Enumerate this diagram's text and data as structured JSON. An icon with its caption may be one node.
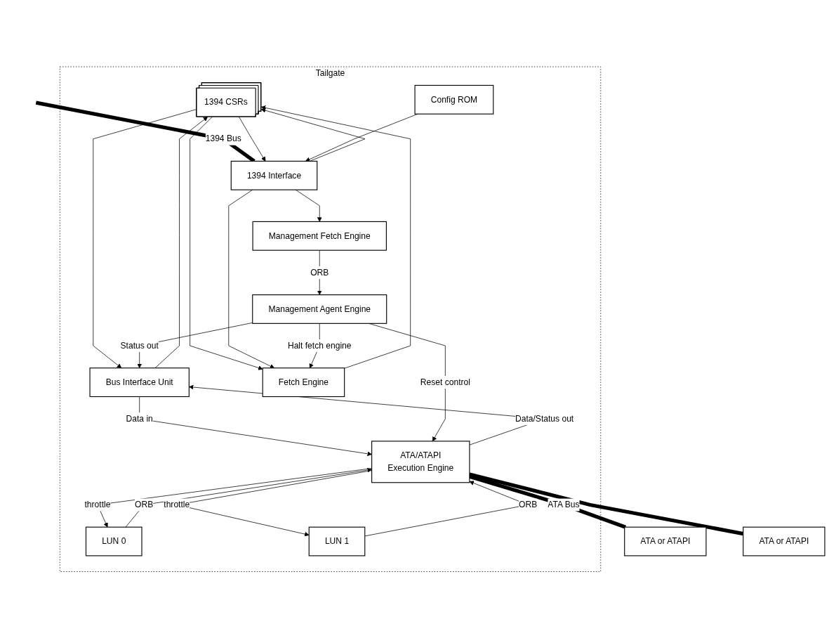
{
  "diagram": {
    "nodes": [
      {
        "text": [
          "Tailgate"
        ]
      },
      {
        "text": [
          "1394 CSRs"
        ],
        "in": 0
      },
      {
        "text": [
          "Bus Interface Unit"
        ],
        "in": 0
      },
      {
        "text": [
          "1394 Interface"
        ],
        "in": 0
      },
      {
        "text": [
          "Fetch Engine"
        ],
        "in": 0
      },
      {
        "text": [
          "LUN 0"
        ],
        "in": 0
      },
      {
        "text": [
          "LUN 1"
        ],
        "in": 0
      },
      {
        "text": [
          "ATA/ATAPI",
          "Execution Engine"
        ],
        "in": 0
      },
      {
        "text": [
          "Config ROM"
        ],
        "in": 0
      },
      {
        "text": [
          "Management Fetch Engine"
        ],
        "in": 0
      },
      {
        "text": [
          "Management Agent Engine"
        ],
        "in": 0
      },
      {
        "text": [
          "ATA or ATAPI"
        ]
      },
      {
        "text": [
          "ATA or ATAPI"
        ]
      }
    ],
    "edges": [
      {
        "from": null,
        "to": 3,
        "arrow": "none",
        "label": "1394 Bus",
        "style": "thick"
      },
      {
        "from": 1,
        "to": 3,
        "arrow": "to"
      },
      {
        "from": 3,
        "to": 1,
        "arrow": "to"
      },
      {
        "from": 2,
        "to": 1,
        "arrow": "to"
      },
      {
        "from": 1,
        "to": 2,
        "arrow": "to"
      },
      {
        "from": 4,
        "to": 1,
        "arrow": "to"
      },
      {
        "from": 1,
        "to": 4,
        "arrow": "to"
      },
      {
        "from": 2,
        "to": 7,
        "arrow": "to",
        "label": "Data in"
      },
      {
        "from": 7,
        "to": 2,
        "arrow": "to",
        "label": "Data/Status out"
      },
      {
        "from": 3,
        "to": 4,
        "arrow": "to"
      },
      {
        "from": 5,
        "to": 7,
        "arrow": "to",
        "label": "ORB"
      },
      {
        "from": 7,
        "to": 5,
        "arrow": "to",
        "label": "throttle"
      },
      {
        "from": 6,
        "to": 7,
        "arrow": "to",
        "label": "ORB"
      },
      {
        "from": 7,
        "to": 6,
        "arrow": "to",
        "label": "throttle"
      },
      {
        "from": 8,
        "to": 3,
        "arrow": "to"
      },
      {
        "from": 3,
        "to": 9,
        "arrow": "to"
      },
      {
        "from": 9,
        "to": 10,
        "arrow": "to",
        "label": "ORB"
      },
      {
        "from": 10,
        "to": 4,
        "arrow": "to",
        "label": "Halt fetch engine"
      },
      {
        "from": 10,
        "to": 2,
        "arrow": "to",
        "label": "Status out"
      },
      {
        "from": 10,
        "to": 7,
        "arrow": "to",
        "label": "Reset control"
      },
      {
        "from": 7,
        "to": 11,
        "arrow": "none",
        "label": "ATA Bus",
        "style": "thick"
      },
      {
        "from": 7,
        "to": 12,
        "arrow": "none",
        "style": "thick"
      }
    ]
  }
}
